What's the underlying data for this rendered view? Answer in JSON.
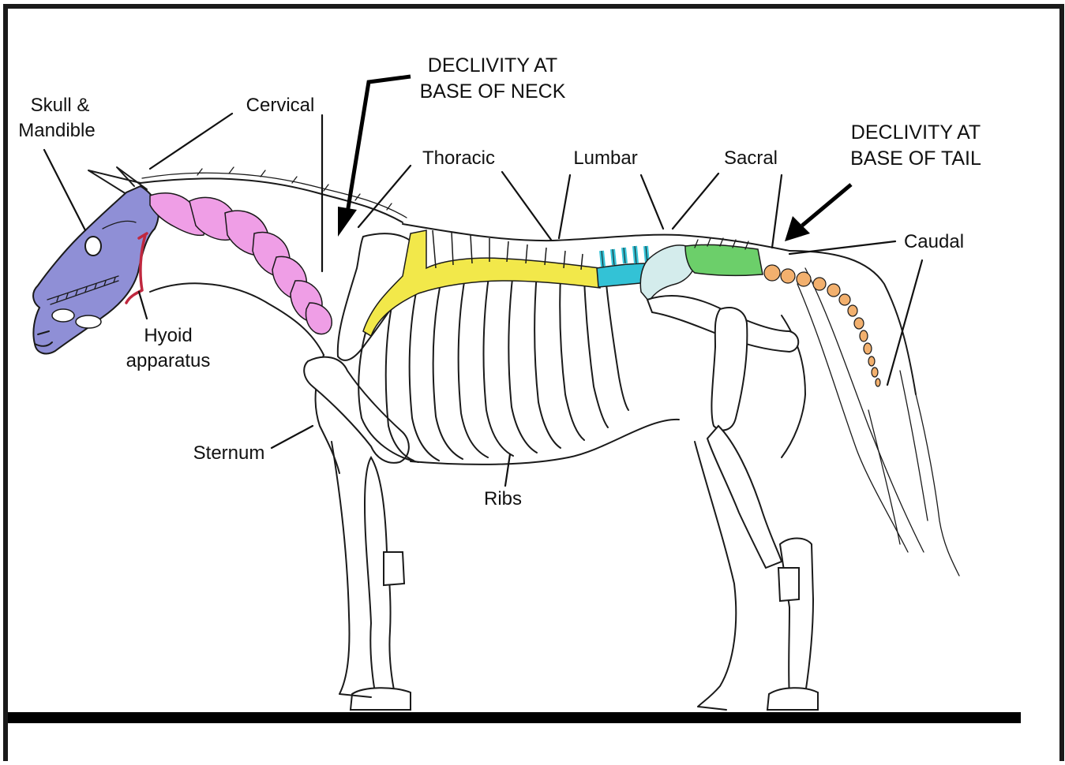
{
  "labels": {
    "skull_line1": "Skull &",
    "skull_line2": "Mandible",
    "cervical": "Cervical",
    "decl_neck_line1": "DECLIVITY AT",
    "decl_neck_line2": "BASE OF NECK",
    "thoracic": "Thoracic",
    "lumbar": "Lumbar",
    "sacral": "Sacral",
    "decl_tail_line1": "DECLIVITY AT",
    "decl_tail_line2": "BASE OF TAIL",
    "caudal": "Caudal",
    "hyoid_line1": "Hyoid",
    "hyoid_line2": "apparatus",
    "sternum": "Sternum",
    "ribs": "Ribs"
  },
  "colors": {
    "skull": "#8f8fd6",
    "cervical": "#ef9ee6",
    "thoracic": "#f2e84a",
    "lumbar": "#33c2d6",
    "sacral": "#6ccf6a",
    "caudal": "#f2b06e",
    "hyoid": "#c0283f",
    "pelvis": "#d4ecec",
    "frame": "#1a1a1a"
  }
}
